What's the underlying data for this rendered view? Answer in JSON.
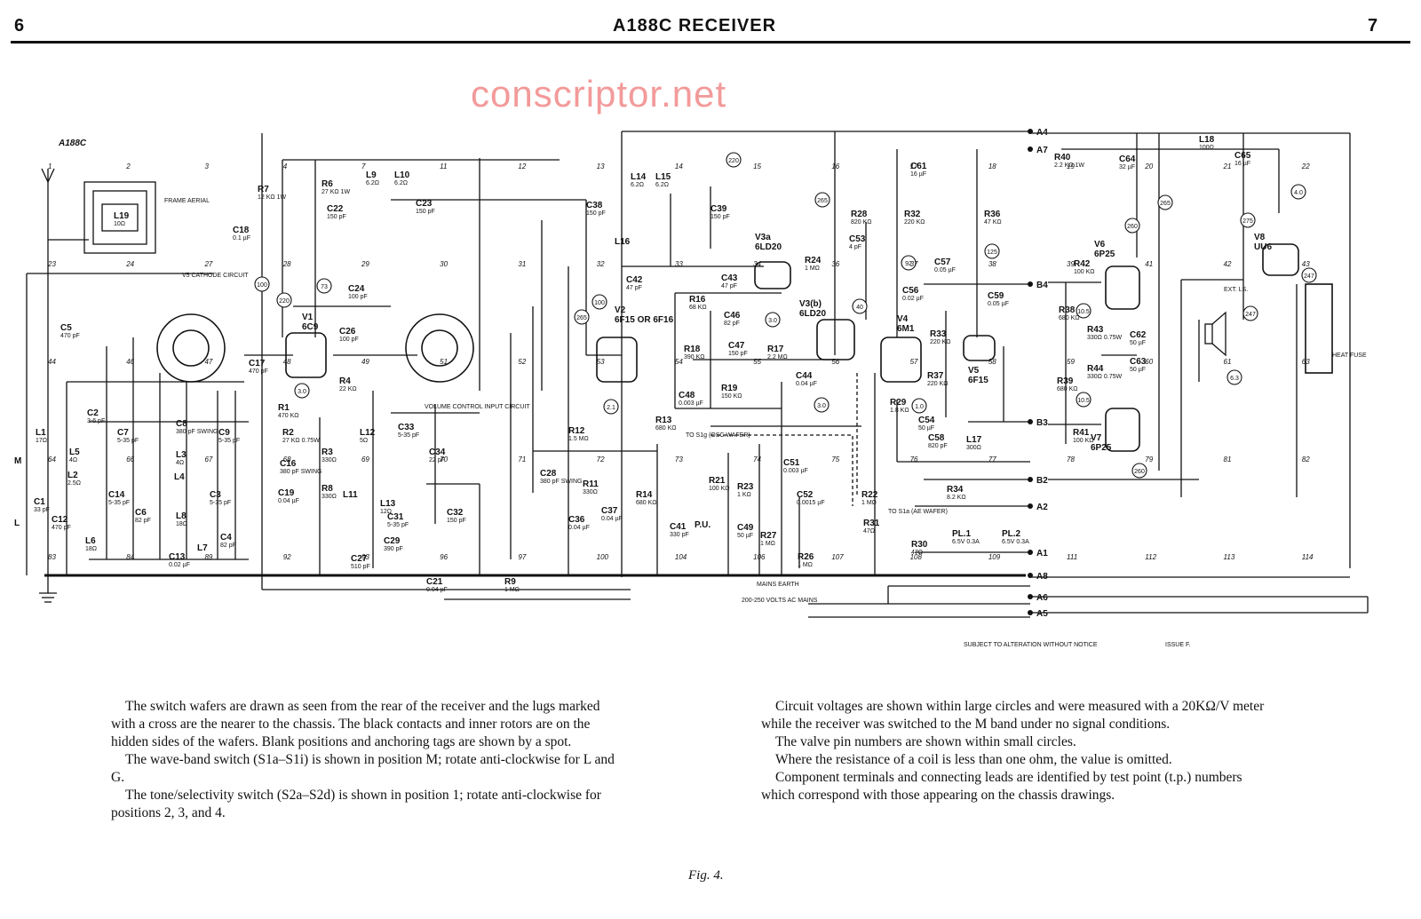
{
  "header": {
    "page_left": "6",
    "title": "A188C RECEIVER",
    "page_right": "7"
  },
  "watermark": "conscriptor.net",
  "schematic": {
    "model": "A188C",
    "frame_aerial": "FRAME AERIAL",
    "cathode_note": "V5 CATHODE CIRCUIT",
    "volume_note": "VOLUME CONTROL INPUT CIRCUIT",
    "osc_wafer": "TO S1g (OSC.WAFER)",
    "ae_wafer": "TO S1a (AE WAFER)",
    "mains_earth": "MAINS EARTH",
    "mains_supply": "200-250 VOLTS AC MAINS",
    "ext_ls": "EXT. LS.",
    "heat_fuse": "HEAT FUSE",
    "pickup": "P.U.",
    "band_m": "M",
    "band_l": "L",
    "notice": "SUBJECT TO ALTERATION WITHOUT NOTICE",
    "issue": "ISSUE F.",
    "valves": [
      {
        "ref": "V1",
        "type": "6C9"
      },
      {
        "ref": "V2",
        "type": "6F15 OR 6F16"
      },
      {
        "ref": "V3a",
        "type": "6LD20"
      },
      {
        "ref": "V3(b)",
        "type": "6LD20"
      },
      {
        "ref": "V4",
        "type": "6M1"
      },
      {
        "ref": "V5",
        "type": "6F15"
      },
      {
        "ref": "V6",
        "type": "6P25"
      },
      {
        "ref": "V7",
        "type": "6P25"
      },
      {
        "ref": "V8",
        "type": "UU6"
      }
    ],
    "components": [
      {
        "ref": "L19",
        "value": "10Ω"
      },
      {
        "ref": "C5",
        "value": "470 pF"
      },
      {
        "ref": "L1",
        "value": "17Ω"
      },
      {
        "ref": "C1",
        "value": "33 pF"
      },
      {
        "ref": "C12",
        "value": "470 pF"
      },
      {
        "ref": "L5",
        "value": "4Ω"
      },
      {
        "ref": "L2",
        "value": "2.5Ω"
      },
      {
        "ref": "L6",
        "value": "18Ω"
      },
      {
        "ref": "C2",
        "value": "3-6 pF"
      },
      {
        "ref": "C7",
        "value": "5-35 pF"
      },
      {
        "ref": "C14",
        "value": "5-35 pF"
      },
      {
        "ref": "C6",
        "value": "82 pF"
      },
      {
        "ref": "C13",
        "value": "0.02 µF"
      },
      {
        "ref": "C8",
        "value": "380 pF SWING"
      },
      {
        "ref": "L3",
        "value": "4Ω"
      },
      {
        "ref": "L4",
        "value": ""
      },
      {
        "ref": "C9",
        "value": "5-35 pF"
      },
      {
        "ref": "C3",
        "value": "5-35 pF"
      },
      {
        "ref": "L8",
        "value": "18Ω"
      },
      {
        "ref": "L7",
        "value": ""
      },
      {
        "ref": "C4",
        "value": "82 pF"
      },
      {
        "ref": "R7",
        "value": "12 KΩ 1W"
      },
      {
        "ref": "C18",
        "value": "0.1 µF"
      },
      {
        "ref": "R6",
        "value": "27 KΩ 1W"
      },
      {
        "ref": "C22",
        "value": "150 pF"
      },
      {
        "ref": "L9",
        "value": "6.2Ω"
      },
      {
        "ref": "L10",
        "value": "6.2Ω"
      },
      {
        "ref": "C23",
        "value": "150 pF"
      },
      {
        "ref": "C24",
        "value": "100 pF"
      },
      {
        "ref": "C17",
        "value": "470 pF"
      },
      {
        "ref": "C26",
        "value": "100 pF"
      },
      {
        "ref": "R4",
        "value": "22 KΩ"
      },
      {
        "ref": "R1",
        "value": "470 KΩ"
      },
      {
        "ref": "R2",
        "value": "27 KΩ 0.75W"
      },
      {
        "ref": "C16",
        "value": "380 pF SWING"
      },
      {
        "ref": "C19",
        "value": "0.04 µF"
      },
      {
        "ref": "R3",
        "value": "330Ω"
      },
      {
        "ref": "R8",
        "value": "330Ω"
      },
      {
        "ref": "L12",
        "value": "5Ω"
      },
      {
        "ref": "L11",
        "value": ""
      },
      {
        "ref": "L13",
        "value": "12Ω"
      },
      {
        "ref": "C33",
        "value": "5-35 pF"
      },
      {
        "ref": "C34",
        "value": "22 pF"
      },
      {
        "ref": "C31",
        "value": "5-35 pF"
      },
      {
        "ref": "C32",
        "value": "150 pF"
      },
      {
        "ref": "C29",
        "value": "390 pF"
      },
      {
        "ref": "C27",
        "value": "510 pF"
      },
      {
        "ref": "C21",
        "value": "0.04 µF"
      },
      {
        "ref": "R9",
        "value": "1 MΩ"
      },
      {
        "ref": "C28",
        "value": "380 pF SWING"
      },
      {
        "ref": "R12",
        "value": "1.5 MΩ"
      },
      {
        "ref": "R11",
        "value": "330Ω"
      },
      {
        "ref": "C36",
        "value": "0.04 µF"
      },
      {
        "ref": "C37",
        "value": "0.04 µF"
      },
      {
        "ref": "C38",
        "value": "150 pF"
      },
      {
        "ref": "L14",
        "value": "6.2Ω"
      },
      {
        "ref": "L15",
        "value": "6.2Ω"
      },
      {
        "ref": "C39",
        "value": "150 pF"
      },
      {
        "ref": "L16",
        "value": ""
      },
      {
        "ref": "C42",
        "value": "47 pF"
      },
      {
        "ref": "R14",
        "value": "680 KΩ"
      },
      {
        "ref": "R13",
        "value": "680 KΩ"
      },
      {
        "ref": "C41",
        "value": "330 pF"
      },
      {
        "ref": "R16",
        "value": "68 KΩ"
      },
      {
        "ref": "R18",
        "value": "390 KΩ"
      },
      {
        "ref": "C43",
        "value": "47 pF"
      },
      {
        "ref": "C46",
        "value": "82 pF"
      },
      {
        "ref": "C47",
        "value": "150 pF"
      },
      {
        "ref": "R17",
        "value": "2.2 MΩ"
      },
      {
        "ref": "R19",
        "value": "150 KΩ"
      },
      {
        "ref": "C48",
        "value": "0.003 µF"
      },
      {
        "ref": "C44",
        "value": "0.04 µF"
      },
      {
        "ref": "R21",
        "value": "100 KΩ"
      },
      {
        "ref": "R23",
        "value": "1 KΩ"
      },
      {
        "ref": "C51",
        "value": "0.003 µF"
      },
      {
        "ref": "C52",
        "value": "0.0015 µF"
      },
      {
        "ref": "C49",
        "value": "50 µF"
      },
      {
        "ref": "R27",
        "value": "1 MΩ"
      },
      {
        "ref": "R26",
        "value": "1 MΩ"
      },
      {
        "ref": "R24",
        "value": "1 MΩ"
      },
      {
        "ref": "R28",
        "value": "820 KΩ"
      },
      {
        "ref": "C53",
        "value": "4 pF"
      },
      {
        "ref": "R22",
        "value": "1 MΩ"
      },
      {
        "ref": "R31",
        "value": "47Ω"
      },
      {
        "ref": "R30",
        "value": "47Ω"
      },
      {
        "ref": "C61",
        "value": "16 µF"
      },
      {
        "ref": "R32",
        "value": "220 KΩ"
      },
      {
        "ref": "C56",
        "value": "0.02 µF"
      },
      {
        "ref": "C57",
        "value": "0.05 µF"
      },
      {
        "ref": "R33",
        "value": "220 KΩ"
      },
      {
        "ref": "R37",
        "value": "220 KΩ"
      },
      {
        "ref": "R29",
        "value": "1.8 KΩ"
      },
      {
        "ref": "C54",
        "value": "50 µF"
      },
      {
        "ref": "C58",
        "value": "820 pF"
      },
      {
        "ref": "L17",
        "value": "300Ω"
      },
      {
        "ref": "R34",
        "value": "8.2 KΩ"
      },
      {
        "ref": "R36",
        "value": "47 KΩ"
      },
      {
        "ref": "C59",
        "value": "0.05 µF"
      },
      {
        "ref": "R40",
        "value": "2.2 KΩ 1W"
      },
      {
        "ref": "C64",
        "value": "32 µF"
      },
      {
        "ref": "L18",
        "value": "100Ω"
      },
      {
        "ref": "C65",
        "value": "16 µF"
      },
      {
        "ref": "R42",
        "value": "100 KΩ"
      },
      {
        "ref": "R38",
        "value": "680 KΩ"
      },
      {
        "ref": "R43",
        "value": "330Ω 0.75W"
      },
      {
        "ref": "C62",
        "value": "50 µF"
      },
      {
        "ref": "R39",
        "value": "680 KΩ"
      },
      {
        "ref": "R44",
        "value": "330Ω 0.75W"
      },
      {
        "ref": "C63",
        "value": "50 µF"
      },
      {
        "ref": "R41",
        "value": "100 KΩ"
      },
      {
        "ref": "PL.1",
        "value": "6.5V 0.3A"
      },
      {
        "ref": "PL.2",
        "value": "6.5V 0.3A"
      }
    ],
    "voltages": [
      "100",
      "220",
      "73",
      "3.0",
      "265",
      "100",
      "2.1",
      "220",
      "3.0",
      "265",
      "40",
      "3.0",
      "1.0",
      "92",
      "125",
      "260",
      "265",
      "10.5",
      "10.5",
      "260",
      "275",
      "4.0",
      "247",
      "247",
      "6.3"
    ],
    "terminals": [
      "A4",
      "A7",
      "B4",
      "B3",
      "B2",
      "A2",
      "A1",
      "A8",
      "A6",
      "A5"
    ],
    "test_points": [
      "1",
      "2",
      "3",
      "4",
      "7",
      "11",
      "12",
      "13",
      "14",
      "15",
      "16",
      "17",
      "18",
      "19",
      "20",
      "21",
      "22",
      "23",
      "24",
      "27",
      "28",
      "29",
      "30",
      "31",
      "32",
      "33",
      "34",
      "36",
      "37",
      "38",
      "39",
      "41",
      "42",
      "43",
      "44",
      "46",
      "47",
      "48",
      "49",
      "51",
      "52",
      "53",
      "54",
      "55",
      "56",
      "57",
      "58",
      "59",
      "60",
      "61",
      "63",
      "64",
      "66",
      "67",
      "68",
      "69",
      "70",
      "71",
      "72",
      "73",
      "74",
      "75",
      "76",
      "77",
      "78",
      "79",
      "81",
      "82",
      "83",
      "84",
      "89",
      "92",
      "93",
      "96",
      "97",
      "100",
      "104",
      "106",
      "107",
      "108",
      "109",
      "111",
      "112",
      "113",
      "114"
    ]
  },
  "notes_left": [
    "The switch wafers are drawn as seen from the rear of the receiver and the lugs marked with a cross are the nearer to the chassis. The black contacts and inner rotors are on the hidden sides of the wafers. Blank positions and anchoring tags are shown by a spot.",
    "The wave-band switch (S1a–S1i) is shown in position M; rotate anti-clockwise for L and G.",
    "The tone/selectivity switch (S2a–S2d) is shown in position 1; rotate anti-clockwise for positions 2, 3, and 4."
  ],
  "notes_right": [
    "Circuit voltages are shown within large circles and were measured with a 20KΩ/V meter while the receiver was switched to the M band under no signal conditions.",
    "The valve pin numbers are shown within small circles.",
    "Where the resistance of a coil is less than one ohm, the value is omitted.",
    "Component terminals and connecting leads are identified by test point (t.p.) numbers which correspond with those appearing on the chassis drawings."
  ],
  "caption": "Fig. 4."
}
